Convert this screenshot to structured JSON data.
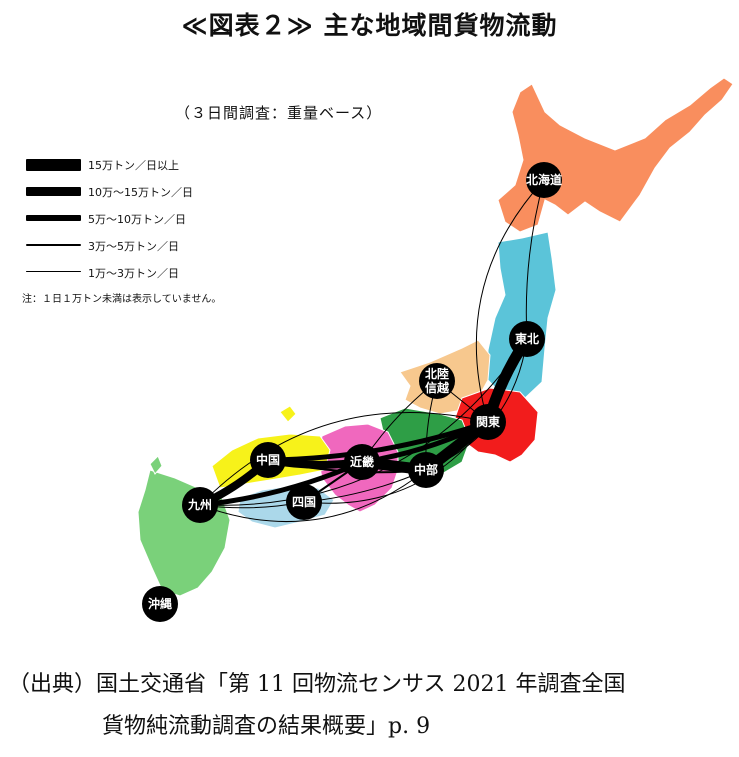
{
  "title": "≪図表２≫ 主な地域間貨物流動",
  "subtitle": "（３日間調査：重量ベース）",
  "legend": {
    "items": [
      {
        "label": "15万トン／日以上",
        "tier": 5
      },
      {
        "label": "10万〜15万トン／日",
        "tier": 4
      },
      {
        "label": "5万〜10万トン／日",
        "tier": 3
      },
      {
        "label": "3万〜5万トン／日",
        "tier": 2
      },
      {
        "label": "1万〜3万トン／日",
        "tier": 1
      }
    ],
    "note": "注：１日１万トン未満は表示していません。"
  },
  "regions": [
    {
      "id": "hokkaido",
      "label": "北海道",
      "color": "#F98E5E"
    },
    {
      "id": "tohoku",
      "label": "東北",
      "color": "#5BC4D9"
    },
    {
      "id": "hokuriku",
      "label": "北陸信越",
      "label_lines": [
        "北陸",
        "信越"
      ],
      "color": "#F7C88E"
    },
    {
      "id": "kanto",
      "label": "関東",
      "color": "#F21C1C"
    },
    {
      "id": "chubu",
      "label": "中部",
      "color": "#2E9E46"
    },
    {
      "id": "kinki",
      "label": "近畿",
      "color": "#F068BE"
    },
    {
      "id": "chugoku",
      "label": "中国",
      "color": "#F7F21A"
    },
    {
      "id": "shikoku",
      "label": "四国",
      "color": "#ABD8EA"
    },
    {
      "id": "kyushu",
      "label": "九州",
      "color": "#7AD17A"
    },
    {
      "id": "okinawa",
      "label": "沖縄",
      "color": "#000000"
    }
  ],
  "flows": [
    {
      "from": "kanto",
      "to": "chubu",
      "tier": 5
    },
    {
      "from": "kinki",
      "to": "chubu",
      "tier": 5
    },
    {
      "from": "tohoku",
      "to": "kanto",
      "tier": 5
    },
    {
      "from": "chugoku",
      "to": "kinki",
      "tier": 4
    },
    {
      "from": "kyushu",
      "to": "chugoku",
      "tier": 4
    },
    {
      "from": "kinki",
      "to": "kanto",
      "tier": 3
    },
    {
      "from": "kyushu",
      "to": "kinki",
      "tier": 3
    },
    {
      "from": "chugoku",
      "to": "kanto",
      "tier": 3
    },
    {
      "from": "chugoku",
      "to": "chubu",
      "tier": 2
    },
    {
      "from": "shikoku",
      "to": "kinki",
      "tier": 2
    },
    {
      "from": "hokkaido",
      "to": "kanto",
      "tier": 1
    },
    {
      "from": "hokkaido",
      "to": "tohoku",
      "tier": 1
    },
    {
      "from": "hokuriku",
      "to": "kanto",
      "tier": 1
    },
    {
      "from": "hokuriku",
      "to": "chubu",
      "tier": 1
    },
    {
      "from": "hokuriku",
      "to": "kinki",
      "tier": 1
    },
    {
      "from": "tohoku",
      "to": "chubu",
      "tier": 1
    },
    {
      "from": "kyushu",
      "to": "tohoku",
      "tier": 1
    },
    {
      "from": "kyushu",
      "to": "kanto",
      "tier": 1
    },
    {
      "from": "kyushu",
      "to": "chubu",
      "tier": 1
    },
    {
      "from": "kyushu",
      "to": "shikoku",
      "tier": 1
    },
    {
      "from": "shikoku",
      "to": "kanto",
      "tier": 1
    },
    {
      "from": "shikoku",
      "to": "chubu",
      "tier": 1
    }
  ],
  "source": {
    "line1": "（出典）国土交通省「第 11 回物流センサス 2021 年調査全国",
    "line2": "貨物純流動調査の結果概要」p. 9"
  }
}
